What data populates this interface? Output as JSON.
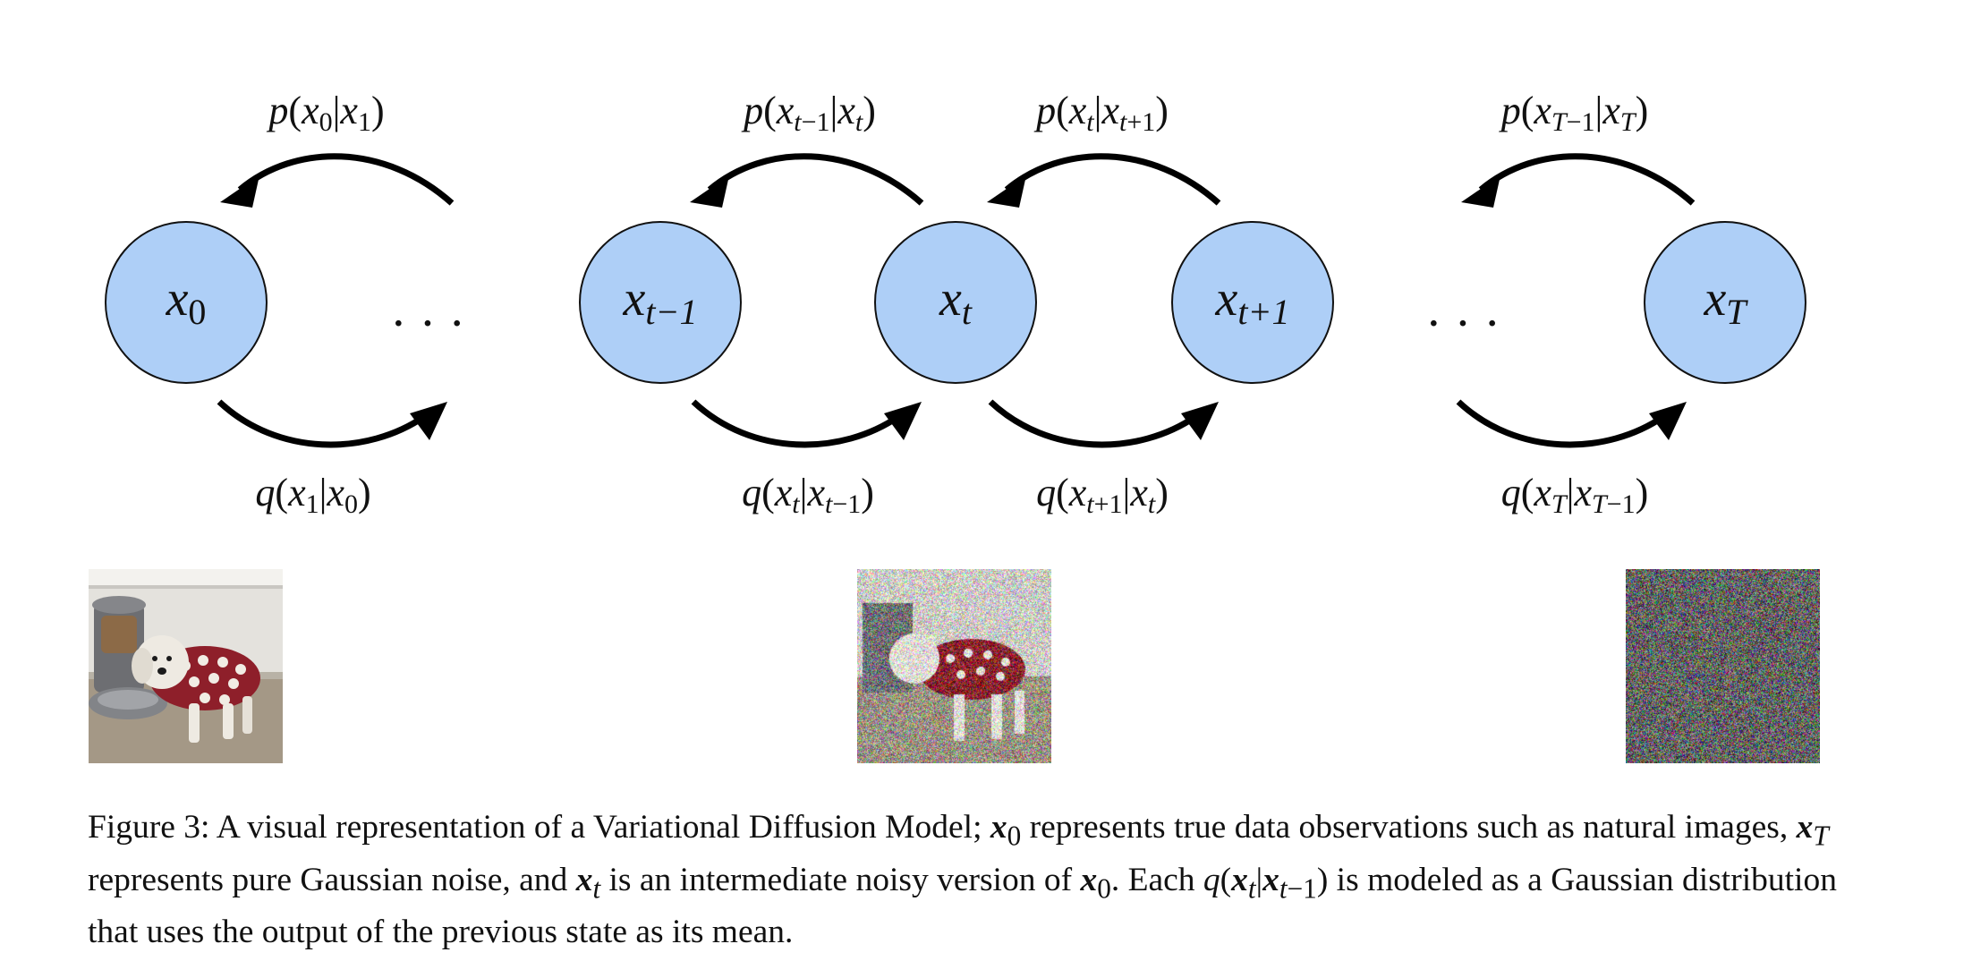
{
  "diagram": {
    "nodes": [
      {
        "id": "x0",
        "base": "x",
        "sub": "0"
      },
      {
        "id": "xt-1",
        "base": "x",
        "sub": "t−1"
      },
      {
        "id": "xt",
        "base": "x",
        "sub": "t"
      },
      {
        "id": "xt+1",
        "base": "x",
        "sub": "t+1"
      },
      {
        "id": "xT",
        "base": "x",
        "sub": "T"
      }
    ],
    "ellipsis": "· · ·",
    "node_fill": "#aecff7",
    "edge_color": "#000000",
    "reverse_labels": [
      "p(x0|x1)",
      "p(xt−1|xt)",
      "p(xt|xt+1)",
      "p(xT−1|xT)"
    ],
    "forward_labels": [
      "q(x1|x0)",
      "q(xt|xt−1)",
      "q(xt+1|xt)",
      "q(xT|xT−1)"
    ]
  },
  "images": [
    {
      "id": "x0",
      "content": "clean photo of a white dog wearing a red polka-dot sweater"
    },
    {
      "id": "xt",
      "content": "partially noised dog photo"
    },
    {
      "id": "xT",
      "content": "pure Gaussian noise"
    }
  ],
  "caption": {
    "figure_label": "Figure 3:",
    "text": "A visual representation of a Variational Diffusion Model; x0 represents true data observations such as natural images, xT represents pure Gaussian noise, and xt is an intermediate noisy version of x0. Each q(xt|xt−1) is modeled as a Gaussian distribution that uses the output of the previous state as its mean."
  }
}
